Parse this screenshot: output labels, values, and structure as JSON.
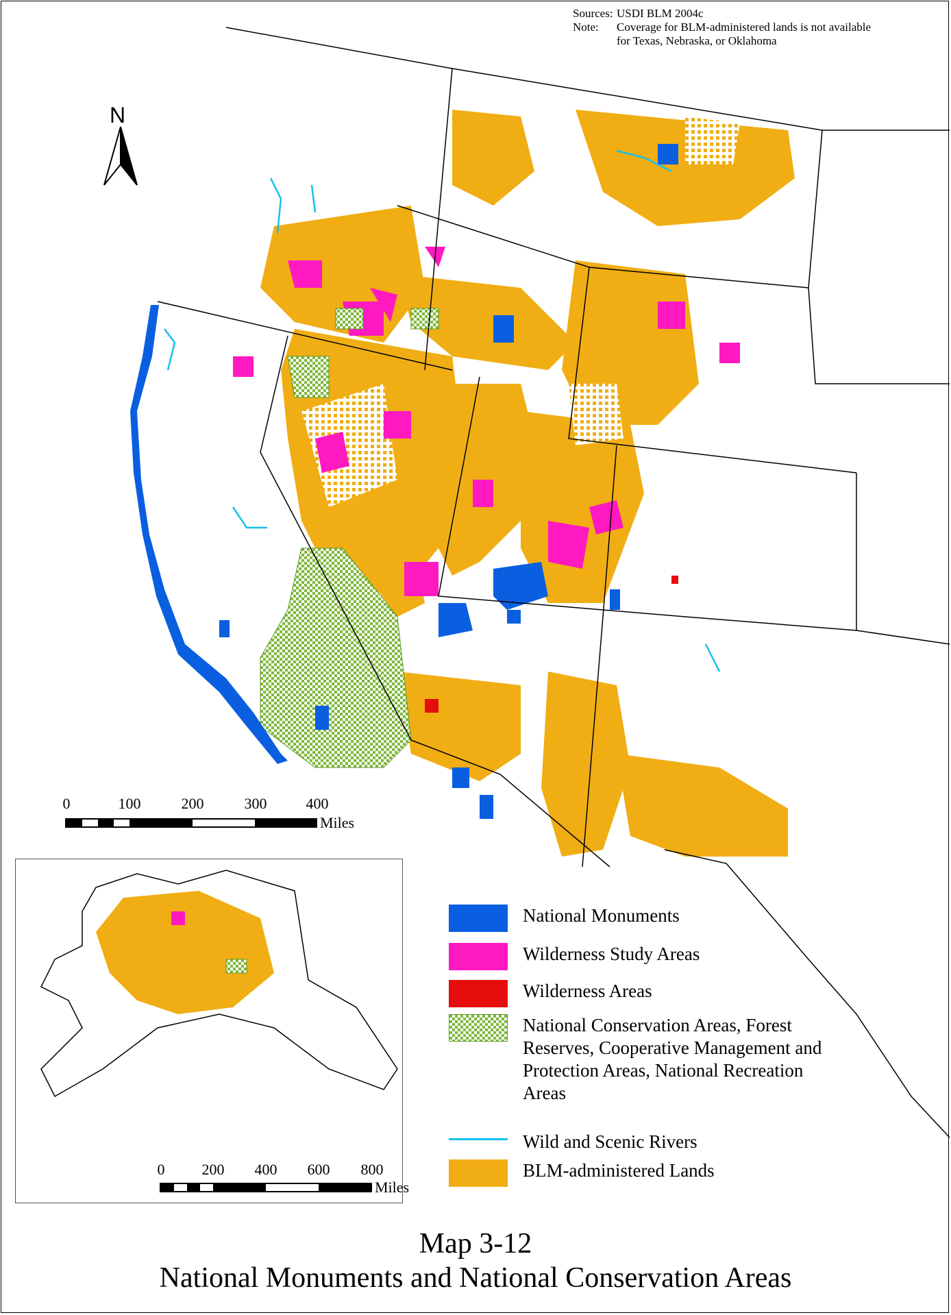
{
  "sources": {
    "sources_label": "Sources:",
    "sources_value": "USDI BLM 2004c",
    "note_label": "Note:",
    "note_line1": "Coverage for BLM-administered lands is not available",
    "note_line2": "for Texas, Nebraska, or Oklahoma"
  },
  "north_arrow": {
    "label": "N"
  },
  "scale_main": {
    "ticks": [
      "0",
      "100",
      "200",
      "300",
      "400"
    ],
    "unit": "Miles"
  },
  "scale_inset": {
    "ticks": [
      "0",
      "200",
      "400",
      "600",
      "800"
    ],
    "unit": "Miles"
  },
  "legend": {
    "items": [
      {
        "label": "National Monuments",
        "color": "#0a5fe0"
      },
      {
        "label": "Wilderness Study Areas",
        "color": "#ff19c0"
      },
      {
        "label": "Wilderness Areas",
        "color": "#e60d0d"
      },
      {
        "label": "National Conservation Areas, Forest Reserves, Cooperative Management and Protection Areas, National Recreation Areas",
        "color": "#7fb83a"
      },
      {
        "label": "Wild and Scenic Rivers",
        "color": "#14c0ee"
      },
      {
        "label": "BLM-administered Lands",
        "color": "#f0ae14"
      }
    ]
  },
  "title": {
    "line1": "Map 3-12",
    "line2": "National Monuments and National Conservation Areas"
  }
}
